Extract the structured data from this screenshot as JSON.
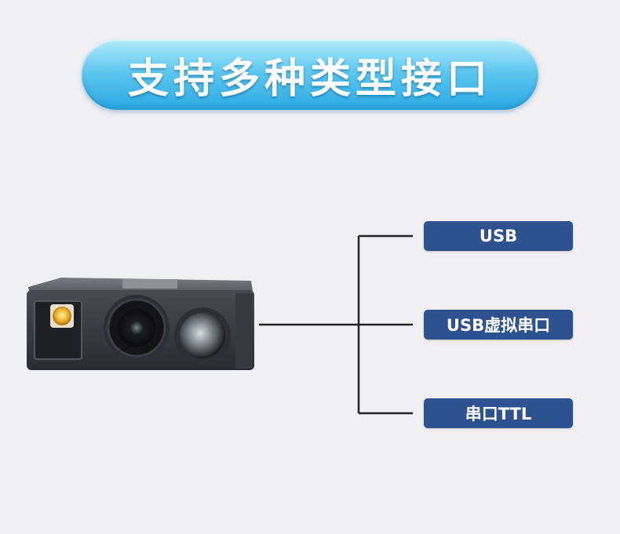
{
  "header": {
    "title": "支持多种类型接口"
  },
  "interfaces": [
    {
      "label": "USB"
    },
    {
      "label": "USB虚拟串口"
    },
    {
      "label": "串口TTL"
    }
  ],
  "colors": {
    "title_gradient_top": "#b3ecfc",
    "title_gradient_bottom": "#2ca9e2",
    "interface_box": "#2e5190",
    "line": "#222222",
    "background": "#f0f0f2"
  }
}
